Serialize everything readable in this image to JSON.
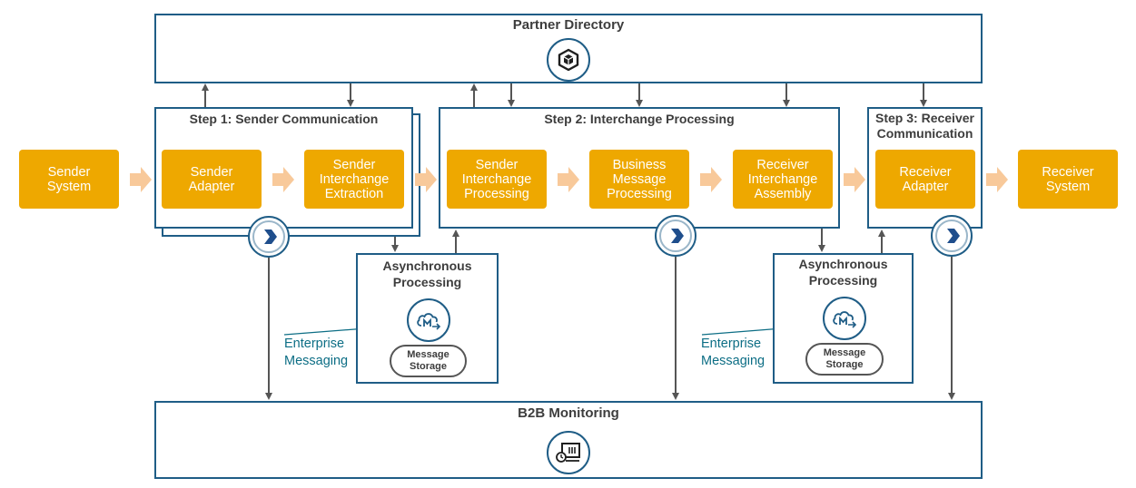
{
  "partner_directory": {
    "title": "Partner Directory",
    "icon": "partner-directory-cube-icon"
  },
  "b2b_monitoring": {
    "title": "B2B Monitoring",
    "icon": "monitoring-console-icon"
  },
  "step1": {
    "title": "Step 1: Sender Communication"
  },
  "step2": {
    "title": "Step 2: Interchange Processing"
  },
  "step3": {
    "title": "Step 3: Receiver Communication"
  },
  "boxes": {
    "sender_system": "Sender\nSystem",
    "sender_adapter": "Sender\nAdapter",
    "sender_interchange_extraction": "Sender\nInterchange\nExtraction",
    "sender_interchange_processing": "Sender\nInterchange\nProcessing",
    "business_message_processing": "Business\nMessage\nProcessing",
    "receiver_interchange_assembly": "Receiver\nInterchange\nAssembly",
    "receiver_adapter": "Receiver\nAdapter",
    "receiver_system": "Receiver\nSystem"
  },
  "async_left": {
    "title": "Asynchronous\nProcessing",
    "storage": "Message\nStorage",
    "label": "Enterprise\nMessaging"
  },
  "async_right": {
    "title": "Asynchronous\nProcessing",
    "storage": "Message\nStorage",
    "label": "Enterprise\nMessaging"
  },
  "colors": {
    "frame": "#1f5d86",
    "box": "#eea800",
    "flow_arrow": "#f8c99a",
    "connector": "#555555",
    "teal": "#0d6e85"
  }
}
